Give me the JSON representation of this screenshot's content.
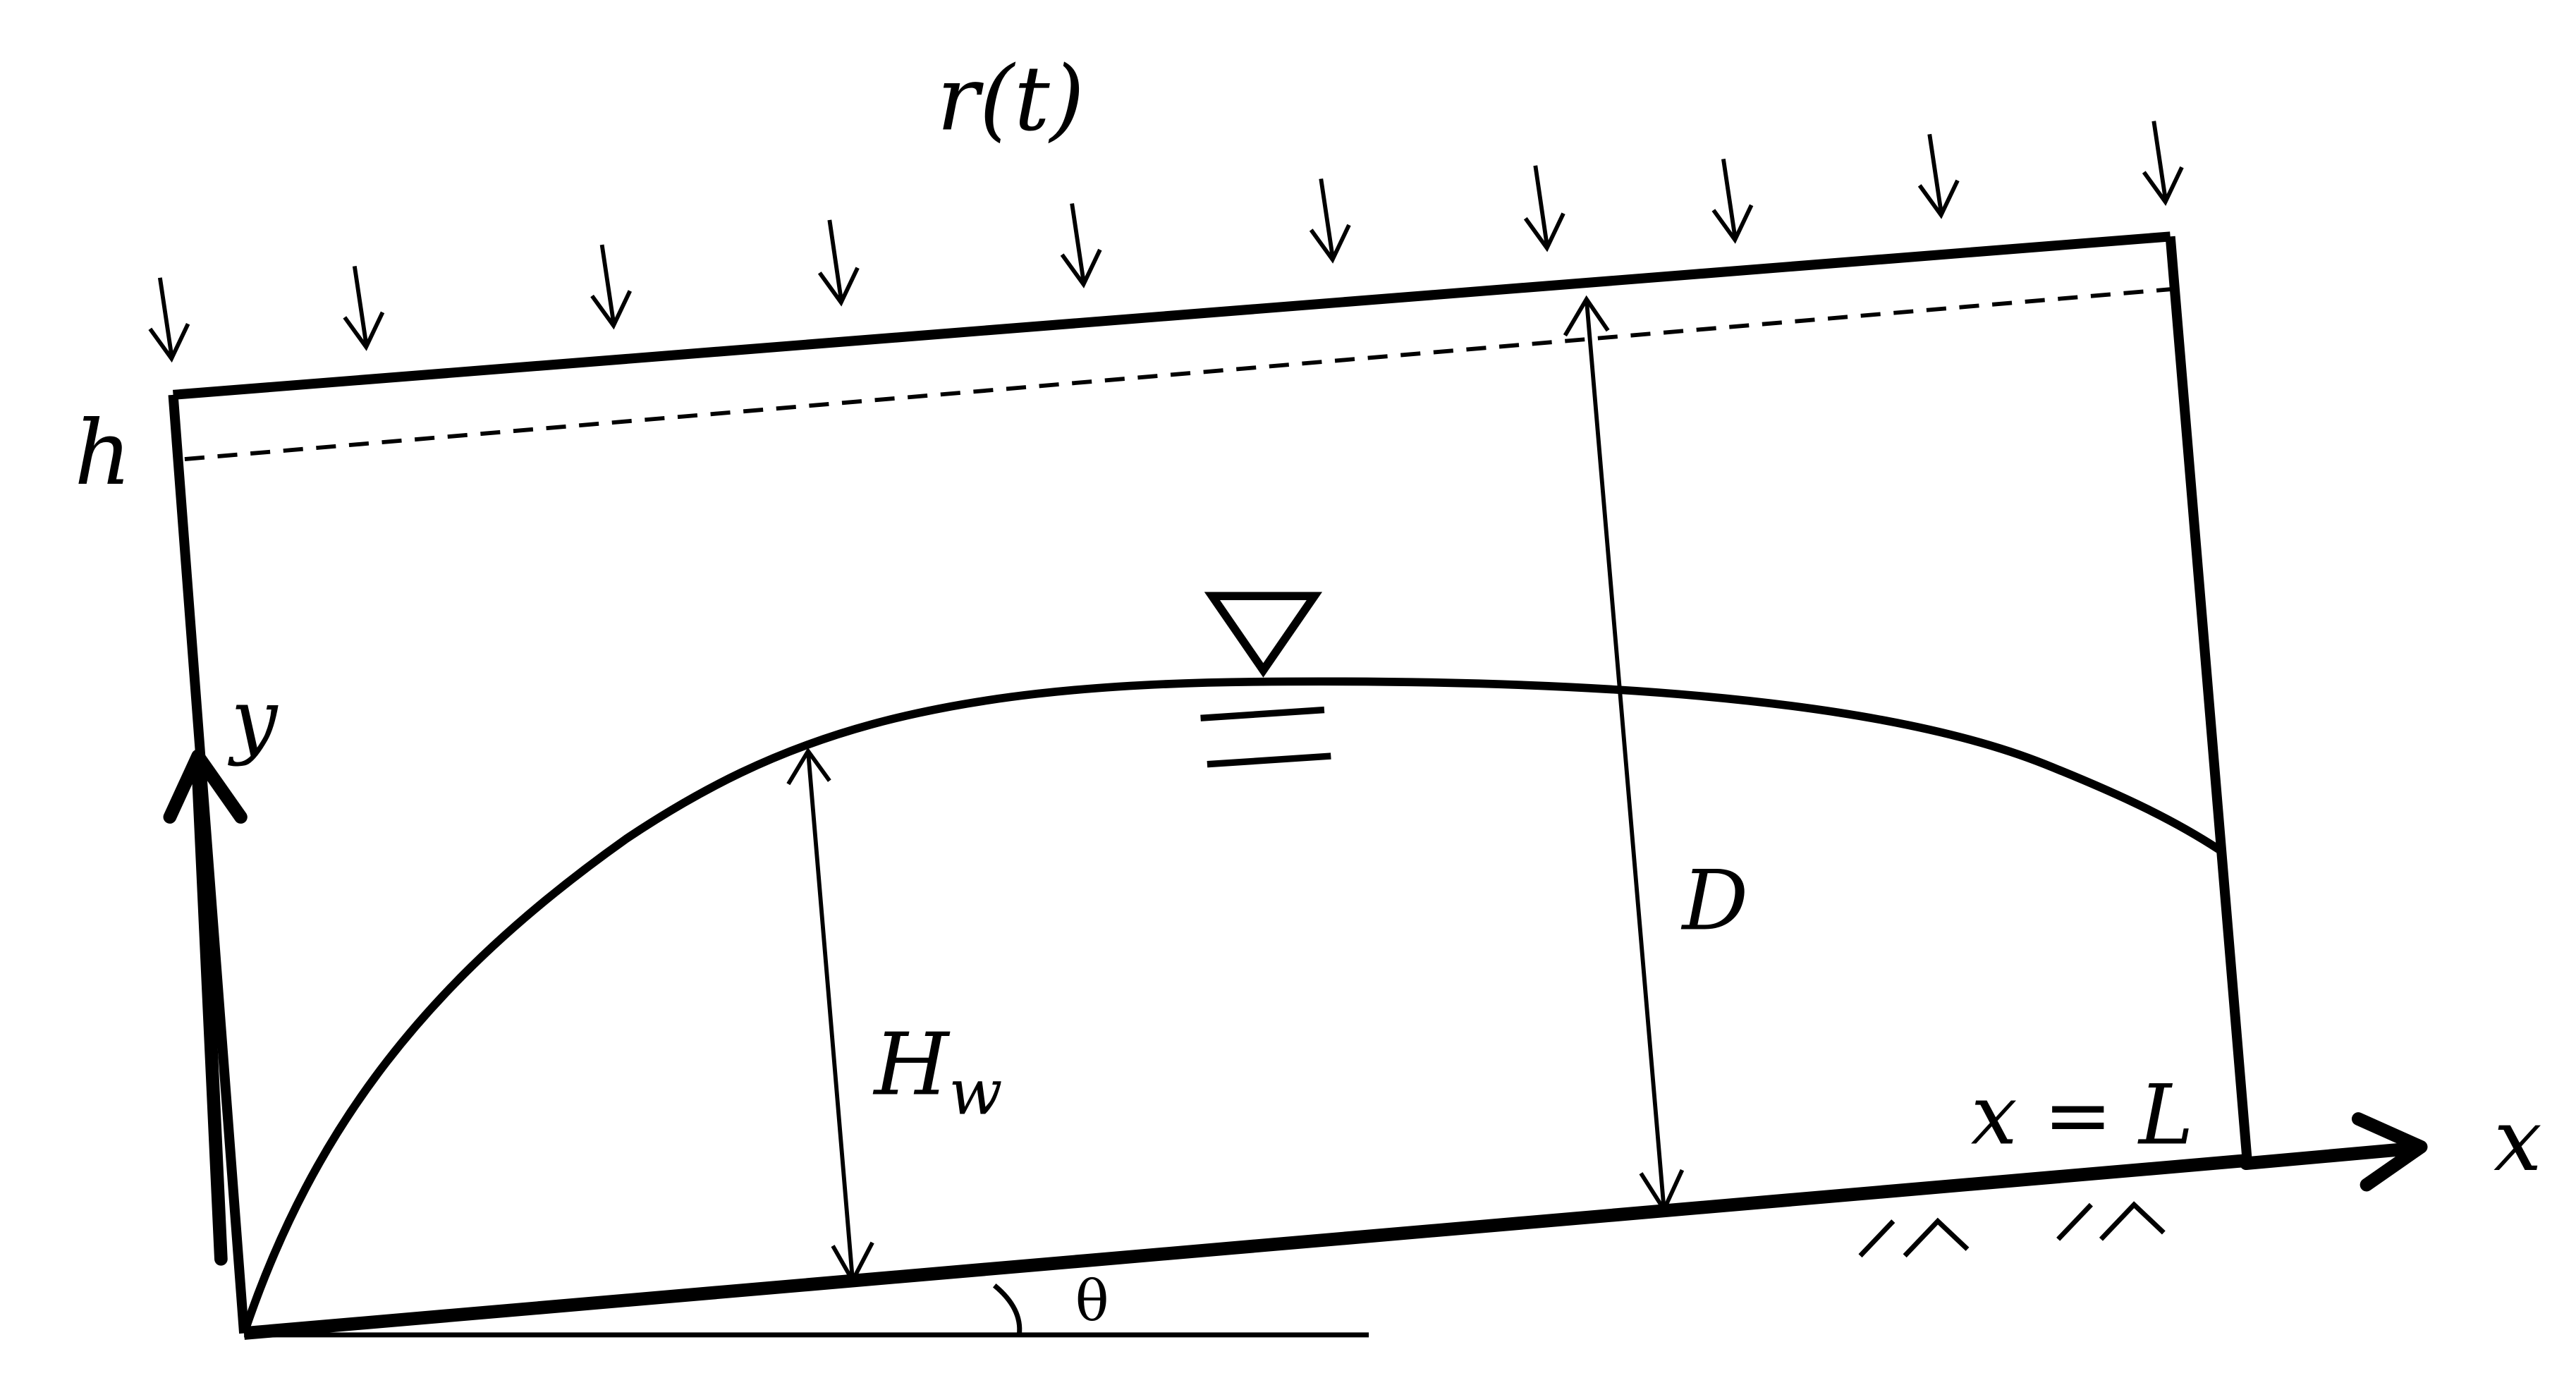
{
  "labels": {
    "rain": "r(t)",
    "h": "h",
    "y_axis": "y",
    "x_axis": "x",
    "boundary": "x = L",
    "depth": "D",
    "water_height": "H",
    "water_height_sub": "w",
    "angle": "θ"
  },
  "colors": {
    "ink": "#000000",
    "background": "#ffffff"
  },
  "icons": {
    "water_table": "water-table-triangle-icon",
    "impermeable": "hatched-ground-icon"
  }
}
